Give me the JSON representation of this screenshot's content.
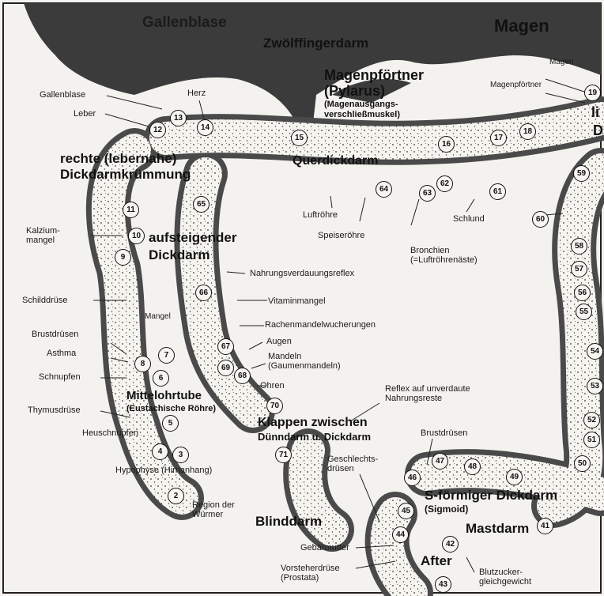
{
  "titles": {
    "gallenblase_top": "Gallenblase",
    "zwoelffingerdarm": "Zwölffingerdarm",
    "magen_top": "Magen",
    "magenpfoertner_1": "Magenpförtner",
    "magenpfoertner_2": "(Pylarus)",
    "magenpfoertner_3": "(Magenausgangs-",
    "magenpfoertner_4": "verschließmuskel)",
    "rechte_1": "rechte (lebernahe)",
    "rechte_2": "Dickdarmkrümmung",
    "querdickdarm": "Querdickdarm",
    "aufsteigender_1": "aufsteigender",
    "aufsteigender_2": "Dickdarm",
    "mittelohr_1": "Mittelohrtube",
    "mittelohr_2": "(Eustachische Röhre)",
    "klappen_1": "Klappen zwischen",
    "klappen_2": "Dünndarm u. Dickdarm",
    "blinddarm": "Blinddarm",
    "sfoermig_1": "S-förmiger Dickdarm",
    "sfoermig_2": "(Sigmoid)",
    "mastdarm": "Mastdarm",
    "after": "After",
    "li": "li",
    "d": "D"
  },
  "labels": {
    "magen_small": "Magen",
    "magenpfoertner_small": "Magenpförtner",
    "gallenblase": "Gallenblase",
    "herz": "Herz",
    "leber": "Leber",
    "luftroehre": "Luftröhre",
    "speiseroehre": "Speiseröhre",
    "schlund": "Schlund",
    "bronchien_1": "Bronchien",
    "bronchien_2": "(=Luftröhrenäste)",
    "kalzium_1": "Kalzium-",
    "kalzium_2": "mangel",
    "nahrungsverdauungsreflex": "Nahrungsverdauungsreflex",
    "schilddruese": "Schilddrüse",
    "mangel": "Mangel",
    "vitaminmangel": "Vitaminmangel",
    "rachenmandel": "Rachenmandelwucherungen",
    "brustdruesen_left": "Brustdrüsen",
    "augen": "Augen",
    "asthma": "Asthma",
    "mandeln_1": "Mandeln",
    "mandeln_2": "(Gaumenmandeln)",
    "schnupfen": "Schnupfen",
    "ohren": "Ohren",
    "reflex_1": "Reflex auf unverdaute",
    "reflex_2": "Nahrungsreste",
    "thymus": "Thymusdrüse",
    "heuschnupfen": "Heuschnupfen",
    "brustdruesen_right": "Brustdrüsen",
    "geschlecht_1": "Geschlechts-",
    "geschlecht_2": "drüsen",
    "hypophyse": "Hypophyse (Hirnanhang)",
    "region_1": "Region der",
    "region_2": "Würmer",
    "gebaermutter": "Gebärmutter",
    "vorsteher_1": "Vorsteherdrüse",
    "vorsteher_2": "(Prostata)",
    "blutzucker_1": "Blutzucker-",
    "blutzucker_2": "gleichgewicht"
  },
  "numbers": [
    "2",
    "3",
    "4",
    "5",
    "6",
    "7",
    "8",
    "9",
    "10",
    "11",
    "12",
    "13",
    "14",
    "15",
    "16",
    "17",
    "18",
    "19",
    "41",
    "42",
    "43",
    "44",
    "45",
    "46",
    "47",
    "48",
    "49",
    "50",
    "51",
    "52",
    "53",
    "54",
    "55",
    "56",
    "57",
    "58",
    "59",
    "60",
    "61",
    "62",
    "63",
    "64",
    "65",
    "66",
    "67",
    "68",
    "69",
    "70",
    "71"
  ]
}
